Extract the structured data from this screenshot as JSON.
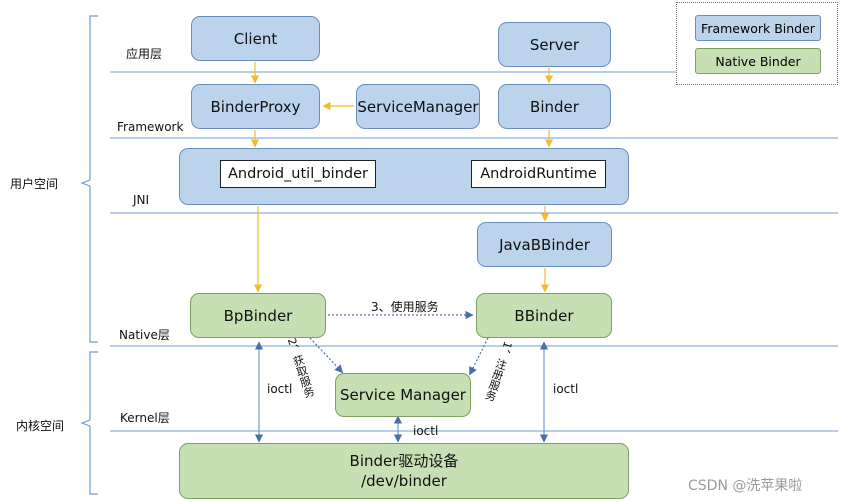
{
  "layers": {
    "app": "应用层",
    "framework": "Framework",
    "jni": "JNI",
    "native": "Native层",
    "kernel": "Kernel层"
  },
  "spaces": {
    "user": "用户空间",
    "kernel": "内核空间"
  },
  "nodes": {
    "client": "Client",
    "server": "Server",
    "binder_proxy": "BinderProxy",
    "service_manager_fw": "ServiceManager",
    "binder": "Binder",
    "android_util_binder": "Android_util_binder",
    "android_runtime": "AndroidRuntime",
    "java_bbinder": "JavaBBinder",
    "bp_binder": "BpBinder",
    "bbinder": "BBinder",
    "service_manager_native": "Service Manager",
    "driver_line1": "Binder驱动设备",
    "driver_line2": "/dev/binder"
  },
  "edges": {
    "use_service": "3、使用服务",
    "get_service": "2、获取服务",
    "register_service": "1、注册服务",
    "ioctl_left": "ioctl",
    "ioctl_mid": "ioctl",
    "ioctl_right": "ioctl"
  },
  "legend": {
    "framework_binder": "Framework Binder",
    "native_binder": "Native Binder"
  },
  "watermark": "CSDN @洗苹果啦",
  "colors": {
    "framework_fill": "#bcd3ec",
    "native_fill": "#c6dfb3",
    "yellow_arrow": "#f2bc2e",
    "blue_arrow": "#4a6fa8",
    "divider": "#6e9ccc"
  }
}
